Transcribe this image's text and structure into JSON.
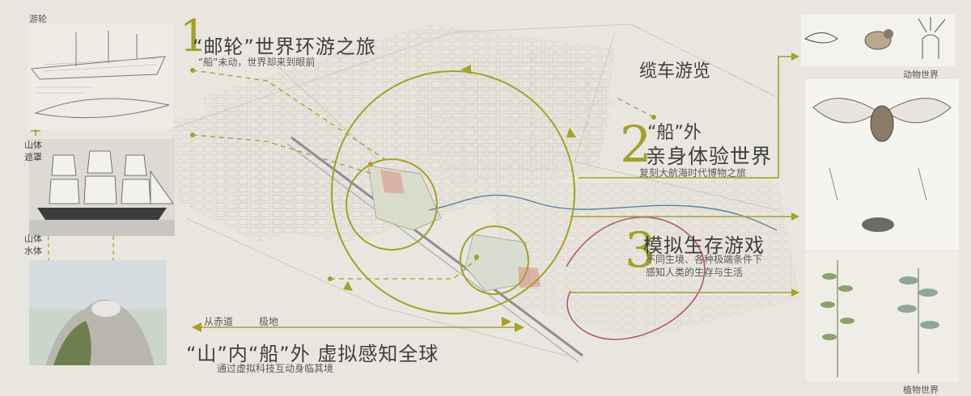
{
  "colors": {
    "accent": "#a3a02a",
    "bg": "#e9e6df",
    "route_red": "#b0586a",
    "route_blue": "#5f7fa0"
  },
  "labels": {
    "cruise_tag": "游轮",
    "mountain_shelter": "山体\n遮罩",
    "mountain_water": "山体\n水体",
    "animal_world": "动物世界",
    "plant_world": "植物世界"
  },
  "section1": {
    "num": "1",
    "title": "“邮轮”世界环游之旅",
    "sub": "“船”未动，世界却来到眼前"
  },
  "cable": {
    "title": "缆车游览"
  },
  "section2": {
    "num": "2",
    "line1": "“船”外",
    "line2": "亲身体验世界",
    "sub": "复刻大航海时代博物之旅"
  },
  "section3": {
    "num": "3",
    "title": "模拟生存游戏",
    "sub1": "不同生境、各种极端条件下",
    "sub2": "感知人类的生存与生活"
  },
  "section4": {
    "axis_left": "从赤道",
    "axis_right": "极地",
    "title": "“山”内“船”外 虚拟感知全球",
    "sub": "通过虚拟科技互动身临其境"
  },
  "icons": [
    "ship-blueprint-icon",
    "sailing-ship-icon",
    "mountain-icon",
    "insect-icon",
    "bird-icon",
    "deer-icon",
    "plant-icon"
  ]
}
